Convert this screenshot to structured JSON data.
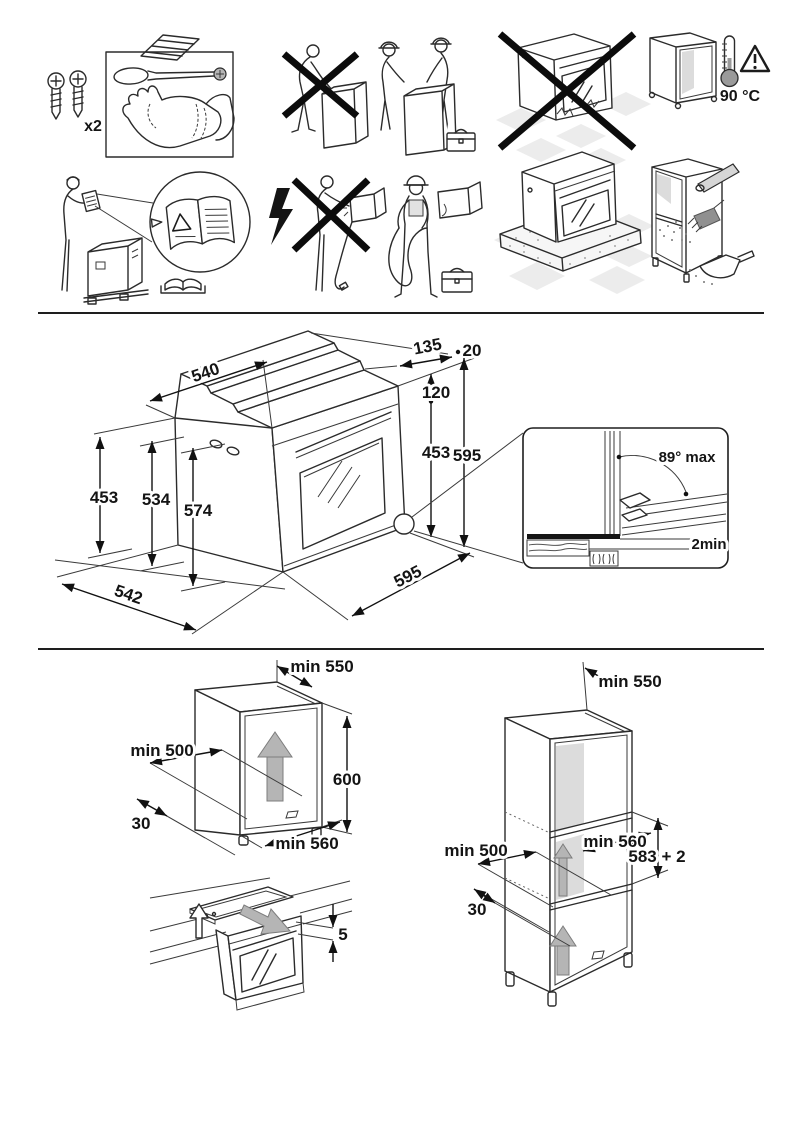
{
  "pictograms": {
    "screw_count_label": "x2",
    "max_temp_label": "90 °C"
  },
  "oven_dims": {
    "top_depth": "540",
    "rear_recess_depth": "135",
    "rear_lip": "20",
    "control_panel_height": "120",
    "front_height_inner": "453",
    "front_height_total": "595",
    "side_height_rear": "453",
    "side_height_mid": "534",
    "side_height_front": "574",
    "side_depth": "542",
    "front_width": "595",
    "door_open_angle": "89° max",
    "door_floor_gap": "2min"
  },
  "undercounter_niche": {
    "top_depth": "min 550",
    "rear_clearance_width": "min 500",
    "niche_height": "600",
    "rear_gap": "30",
    "niche_width": "min 560"
  },
  "worktop": {
    "hob_clearance": "5"
  },
  "column_niche": {
    "top_depth": "min 550",
    "rear_clearance_width": "min 500",
    "niche_width": "min 560",
    "niche_height": "583 + 2",
    "rear_gap": "30"
  }
}
